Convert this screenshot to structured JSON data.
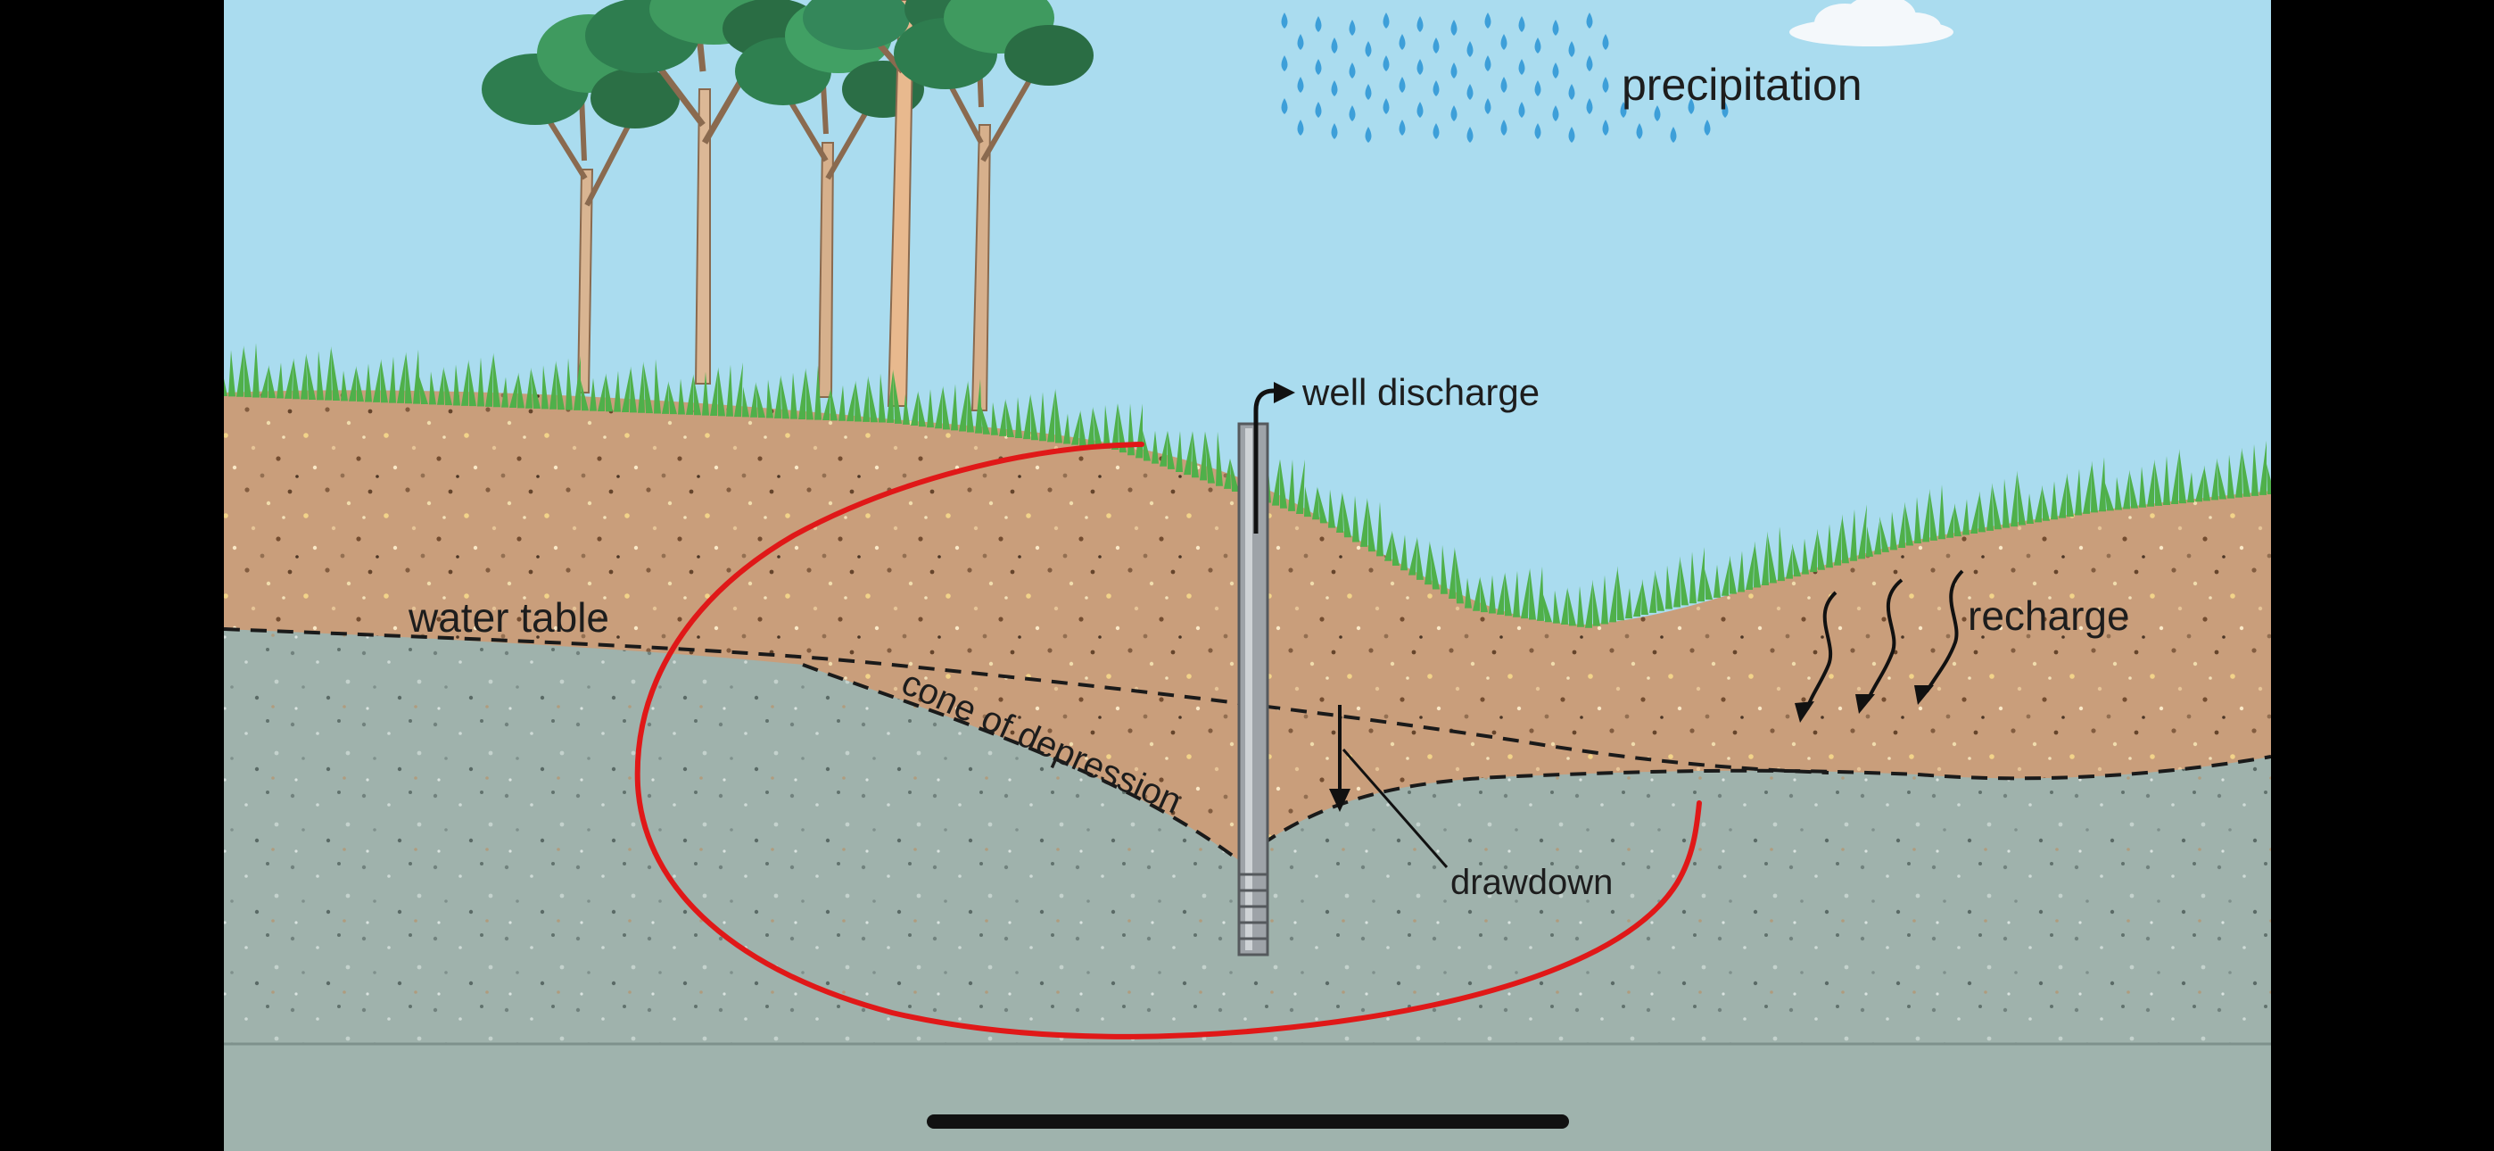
{
  "labels": {
    "precipitation": "precipitation",
    "well_discharge": "well discharge",
    "water_table": "water table",
    "cone_of_depression": "cone of depression",
    "drawdown": "drawdown",
    "recharge": "recharge"
  },
  "colors": {
    "letterbox": "#000000",
    "sky": "#aadcef",
    "soil": "#c99e7b",
    "aquifer": "#9fb2ac",
    "bedrock": "#9fb3ad",
    "grass": "#4fb04a",
    "rain": "#3d9fd9",
    "annotation": "#e01818"
  },
  "icons": [
    "cloud-icon",
    "tree-icon",
    "rain-drop-icon",
    "well-icon",
    "recharge-arrow-icon"
  ],
  "device": {
    "home_indicator": "home-indicator-bar"
  }
}
